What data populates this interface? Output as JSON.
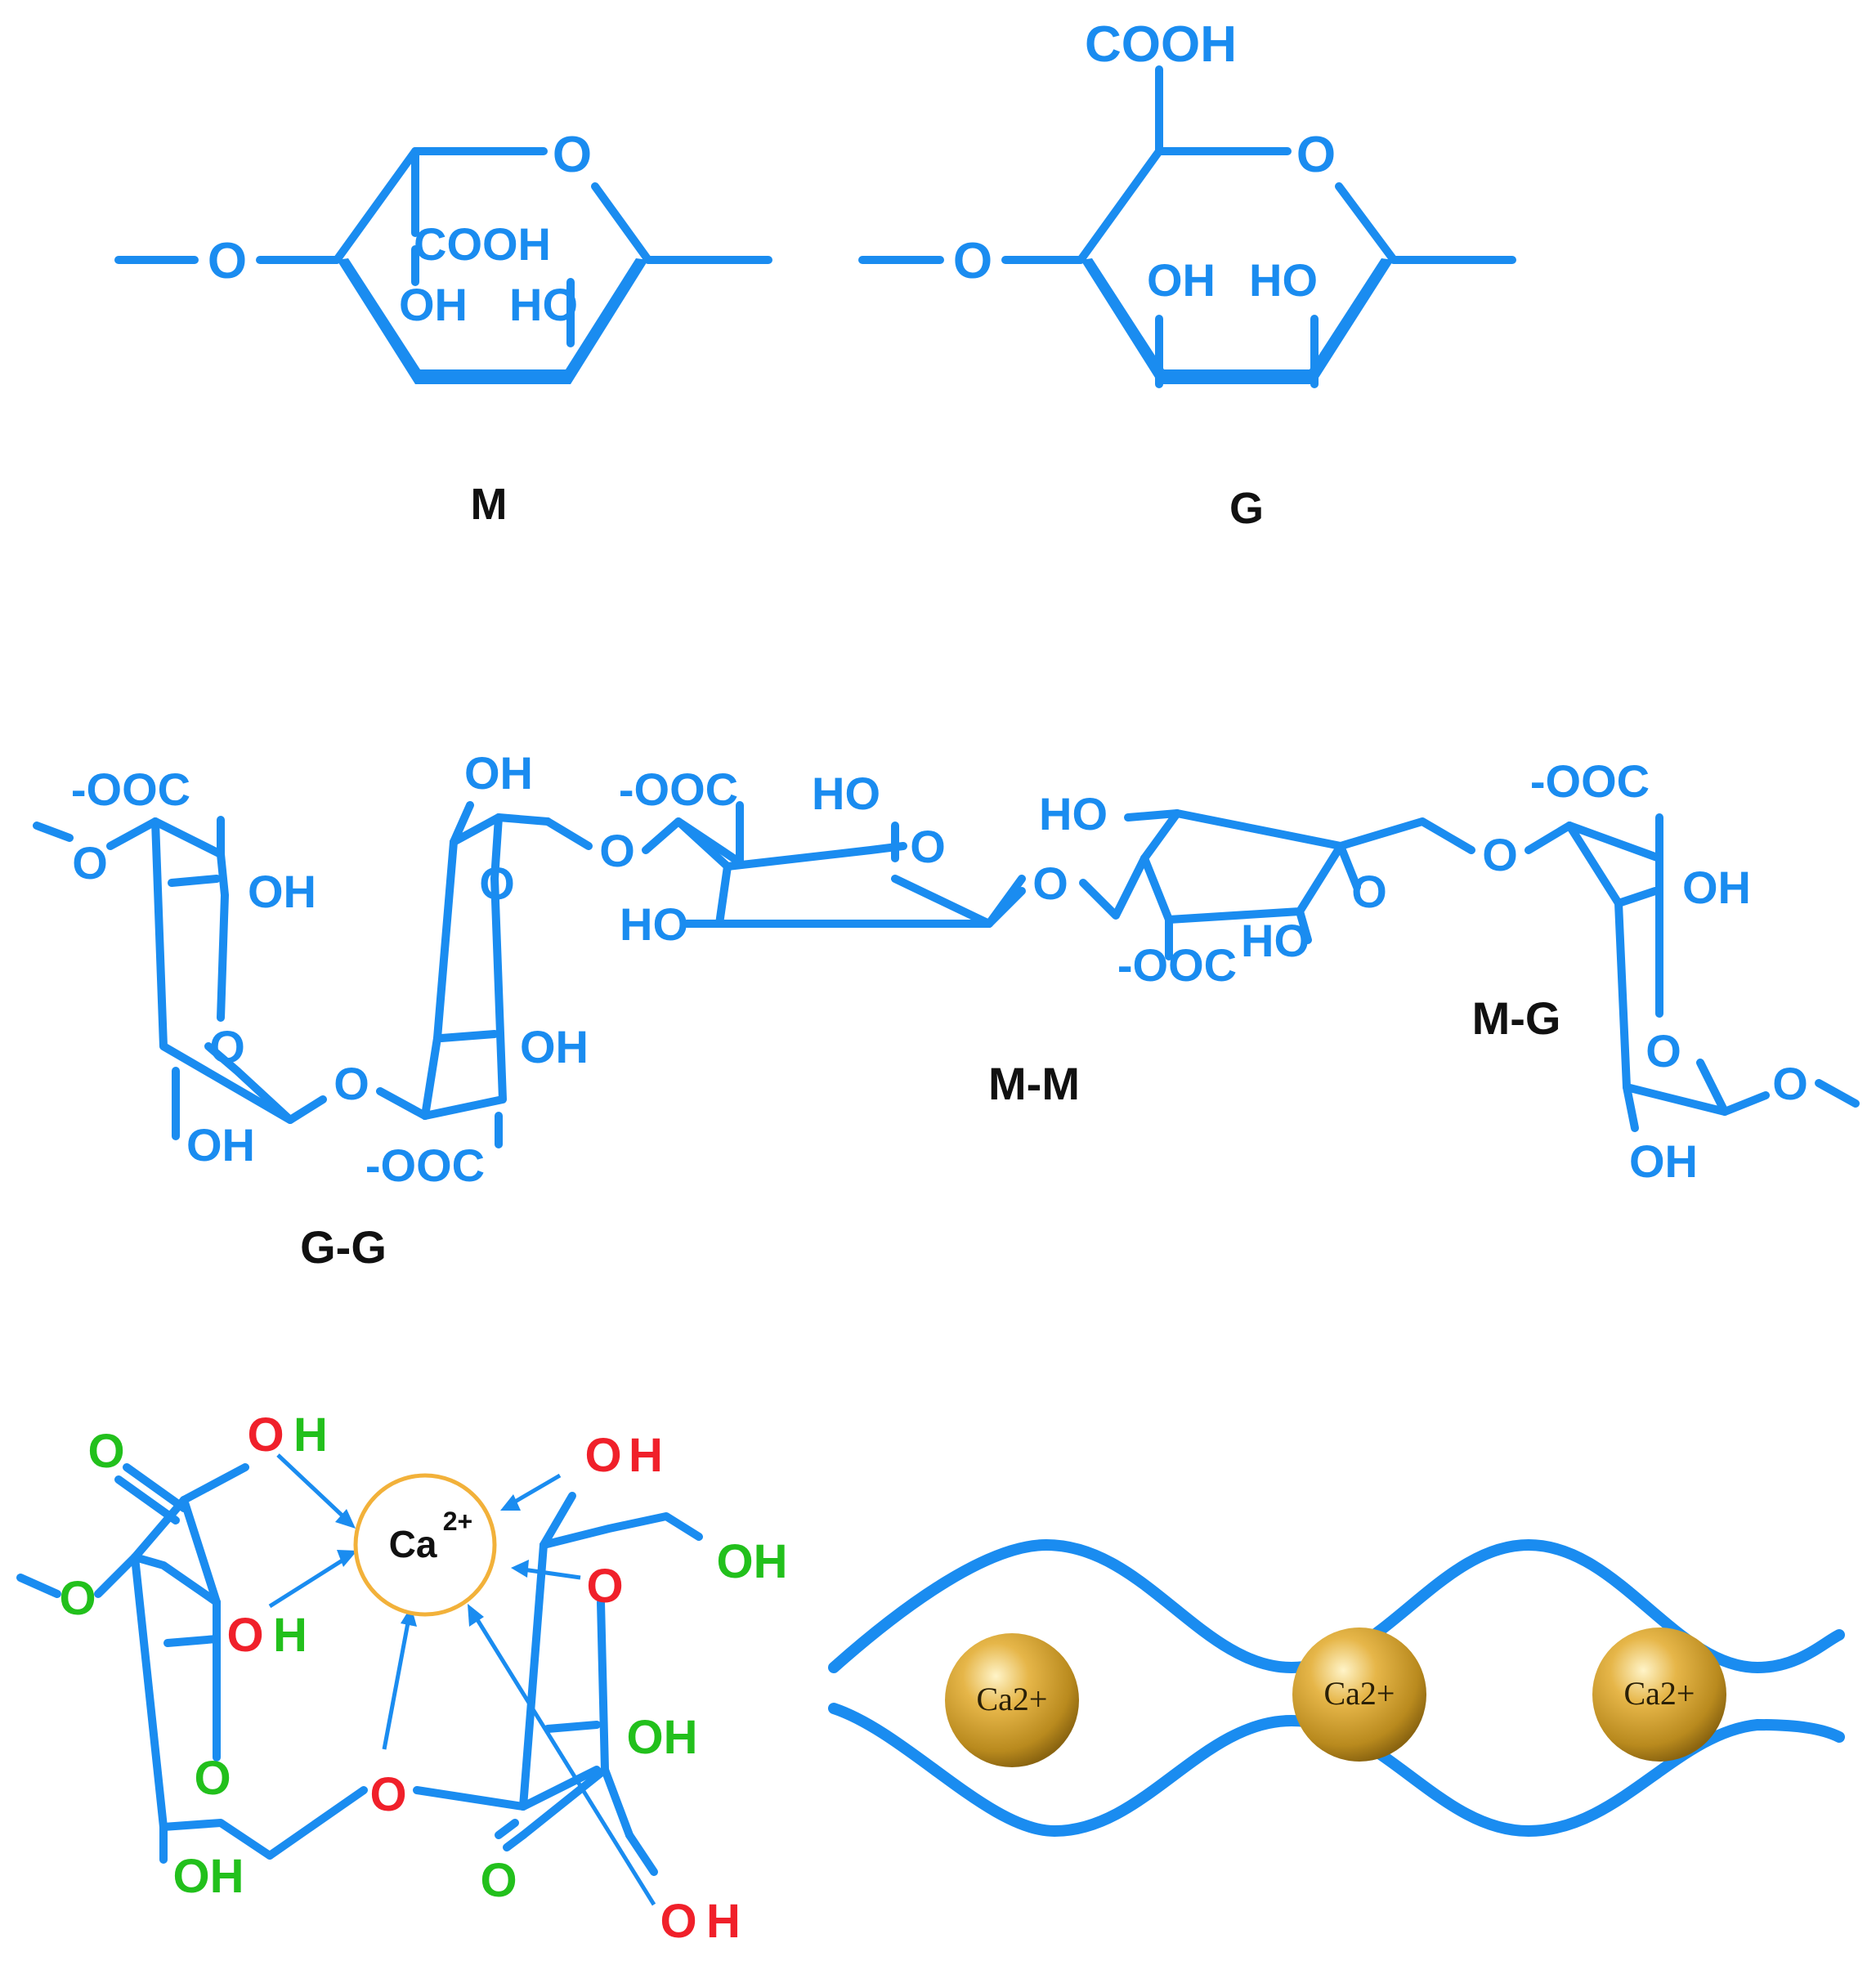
{
  "colors": {
    "structure": "#1a8cf0",
    "label": "#111111",
    "oxygen_red": "#f0202a",
    "oxygen_green": "#22c01c",
    "ion_ring": "#f2b13a",
    "ion_sphere": "#d9a535"
  },
  "monomers": {
    "m_label": "M",
    "g_label": "G",
    "m": {
      "ring_o": "O",
      "link_o": "O",
      "cooh": "COOH",
      "oh": "OH",
      "ho": "HO"
    },
    "g": {
      "ring_o": "O",
      "link_o": "O",
      "cooh": "COOH",
      "oh": "OH",
      "ho": "HO"
    }
  },
  "polymer": {
    "gg_label": "G-G",
    "mm_label": "M-M",
    "mg_label": "M-G",
    "carboxylate": "-OOC",
    "oh": "OH",
    "ho": "HO",
    "o": "O"
  },
  "chelation": {
    "ion_label": "Ca",
    "ion_charge": "2+",
    "o": "O",
    "oh": "OH",
    "h": "H"
  },
  "eggbox": {
    "ions": [
      "Ca2+",
      "Ca2+",
      "Ca2+"
    ]
  }
}
